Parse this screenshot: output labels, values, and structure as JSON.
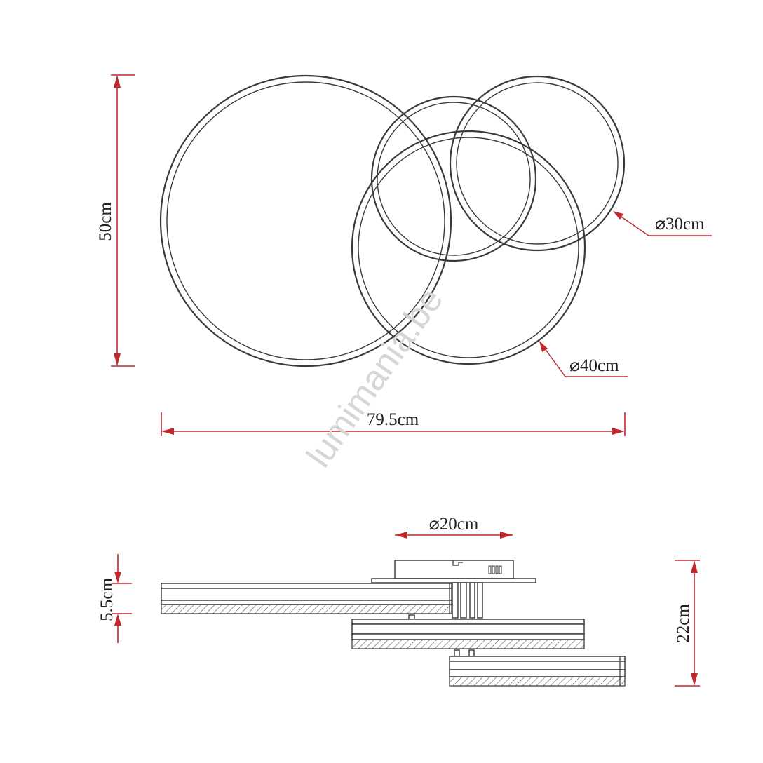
{
  "watermark": "lumimania.be",
  "top_view": {
    "height_label": "50cm",
    "width_label": "79.5cm",
    "small_ring_label": "⌀30cm",
    "large_ring_label": "⌀40cm"
  },
  "side_view": {
    "base_label": "⌀20cm",
    "offset_label": "5.5cm",
    "height_label": "22cm"
  },
  "colors": {
    "dimension": "#c0282d",
    "outline": "#3a3a3a"
  }
}
